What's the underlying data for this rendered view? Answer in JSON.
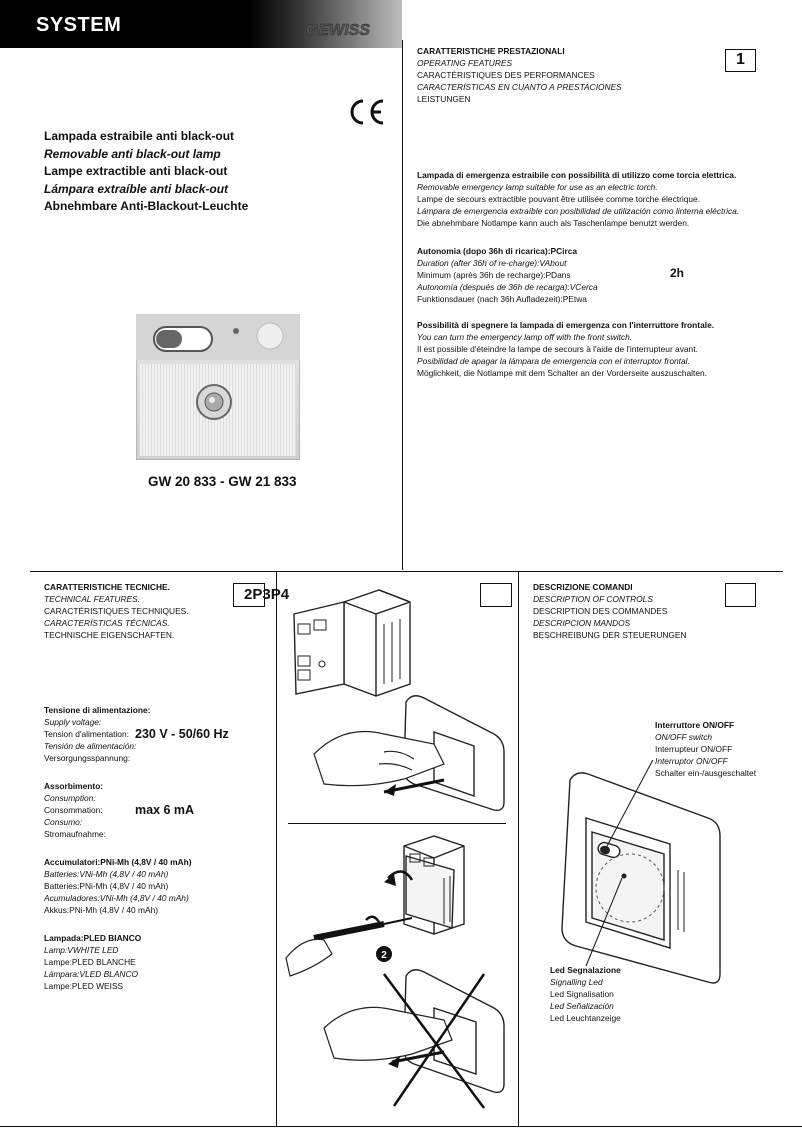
{
  "header": {
    "section": "SYSTEM",
    "brand": "GEWISS",
    "cert_mark": "CE"
  },
  "product": {
    "titles": [
      "Lampada estraibile anti black-out",
      "Removable anti black-out lamp",
      "Lampe extractible anti black-out",
      "Lámpara extraíble anti black-out",
      "Abnehmbare Anti-Blackout-Leuchte"
    ],
    "codes": "GW 20 833 - GW 21 833",
    "page_number": "1"
  },
  "operating": {
    "heading": [
      "CARATTERISTICHE PRESTAZIONALI",
      "OPERATING FEATURES",
      "CARACTÉRISTIQUES DES PERFORMANCES",
      "CARACTERÍSTICAS EN CUANTO A PRESTACIONES",
      "LEISTUNGEN"
    ],
    "feature1": [
      "Lampada di emergenza estraibile con possibilità di utilizzo come torcia elettrica.",
      "Removable emergency lamp suitable for use as an electric torch.",
      "Lampe de secours extractible pouvant être utilisée comme torche électrique.",
      "Lámpara de emergencia extraíble con posibilidad de utilización como linterna eléctrica.",
      "Die abnehmbare Notlampe kann auch als Taschenlampe benutzt werden."
    ],
    "autonomy": [
      "Autonomia (dopo 36h di ricarica):PCirca",
      "Duration (after 36h of re-charge):VAbout",
      "Minimum (après 36h de recharge):PDans",
      "Autonomía (después de 36h de recarga):VCerca",
      "Funktionsdauer (nach 36h Aufladezeit):PEtwa"
    ],
    "autonomy_value": "2h",
    "feature3": [
      "Possibilità di spegnere la lampada di emergenza con l'interruttore frontale.",
      "You can turn the emergency lamp off with the front switch.",
      "Il est possible d'éteindre la lampe de secours à l'aide de l'interrupteur avant.",
      "Posibilidad de apagar la lámpara de emergencia con el interruptor frontal.",
      "Möglichkeit, die Notlampe mit dem Schalter an der Vorderseite auszuschalten."
    ]
  },
  "technical": {
    "heading": [
      "CARATTERISTICHE TECNICHE.",
      "TECHNICAL FEATURES.",
      "CARACTÉRISTIQUES TECHNIQUES.",
      "CARACTERÍSTICAS TÉCNICAS.",
      "TECHNISCHE EIGENSCHAFTEN."
    ],
    "modules": "2P3P4",
    "voltage": [
      "Tensione di alimentazione:",
      "Supply voltage:",
      "Tension d'alimentation:",
      "Tensión de alimentación:",
      "Versorgungsspannung:"
    ],
    "voltage_value": "230 V - 50/60 Hz",
    "consumption": [
      "Assorbimento:",
      "Consumption:",
      "Consommation:",
      "Consumo:",
      "Stromaufnahme:"
    ],
    "consumption_value": "max 6 mA",
    "batteries": [
      "Accumulatori:PNi-Mh (4,8V / 40 mAh)",
      "Batteries:VNi-Mh (4,8V / 40 mAh)",
      "Batteries:PNi-Mh (4,8V / 40 mAh)",
      "Acumuladores:VNi-Mh (4,8V / 40 mAh)",
      "Akkus:PNi-Mh (4,8V / 40 mAh)"
    ],
    "lamp": [
      "Lampada:PLED BIANCO",
      "Lamp:VWHITE LED",
      "Lampe:PLED BLANCHE",
      "Lámpara:VLED BLANCO",
      "Lampe:PLED WEISS"
    ]
  },
  "install": {
    "step_number": "2"
  },
  "controls": {
    "heading": [
      "DESCRIZIONE COMANDI",
      "DESCRIPTION OF CONTROLS",
      "DESCRIPTION DES COMMANDES",
      "DESCRIPCION MANDOS",
      "BESCHREIBUNG DER STEUERUNGEN"
    ],
    "switch": [
      "Interruttore ON/OFF",
      "ON/OFF switch",
      "Interrupteur ON/OFF",
      "Interruptor ON/OFF",
      "Schalter ein-/ausgeschaltet"
    ],
    "led": [
      "Led Segnalazione",
      "Signalling Led",
      "Led Signalisation",
      "Led Señalización",
      "Led Leuchtanzeige"
    ]
  }
}
